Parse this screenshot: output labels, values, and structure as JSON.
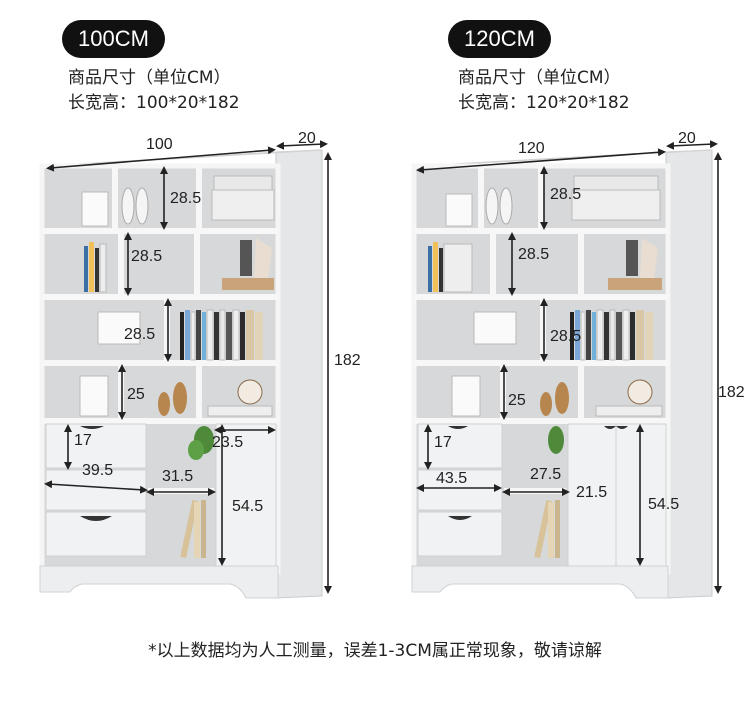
{
  "left": {
    "badge": "100CM",
    "spec_line1": "商品尺寸（单位CM）",
    "spec_line2": "长宽高：100*20*182",
    "dims": {
      "width": "100",
      "depth": "20",
      "height": "182",
      "d1": "28.5",
      "d2": "28.5",
      "d3": "28.5",
      "d4": "25",
      "d5": "17",
      "d6": "39.5",
      "d7": "31.5",
      "d8": "23.5",
      "d9": "54.5"
    }
  },
  "right": {
    "badge": "120CM",
    "spec_line1": "商品尺寸（单位CM）",
    "spec_line2": "长宽高：120*20*182",
    "dims": {
      "width": "120",
      "depth": "20",
      "height": "182",
      "d1": "28.5",
      "d2": "28.5",
      "d3": "28.5",
      "d4": "25",
      "d5": "17",
      "d6": "43.5",
      "d7": "27.5",
      "d8": "21.5",
      "d9": "54.5"
    }
  },
  "footer_note": "*以上数据均为人工测量，误差1-3CM属正常现象，敬请谅解"
}
